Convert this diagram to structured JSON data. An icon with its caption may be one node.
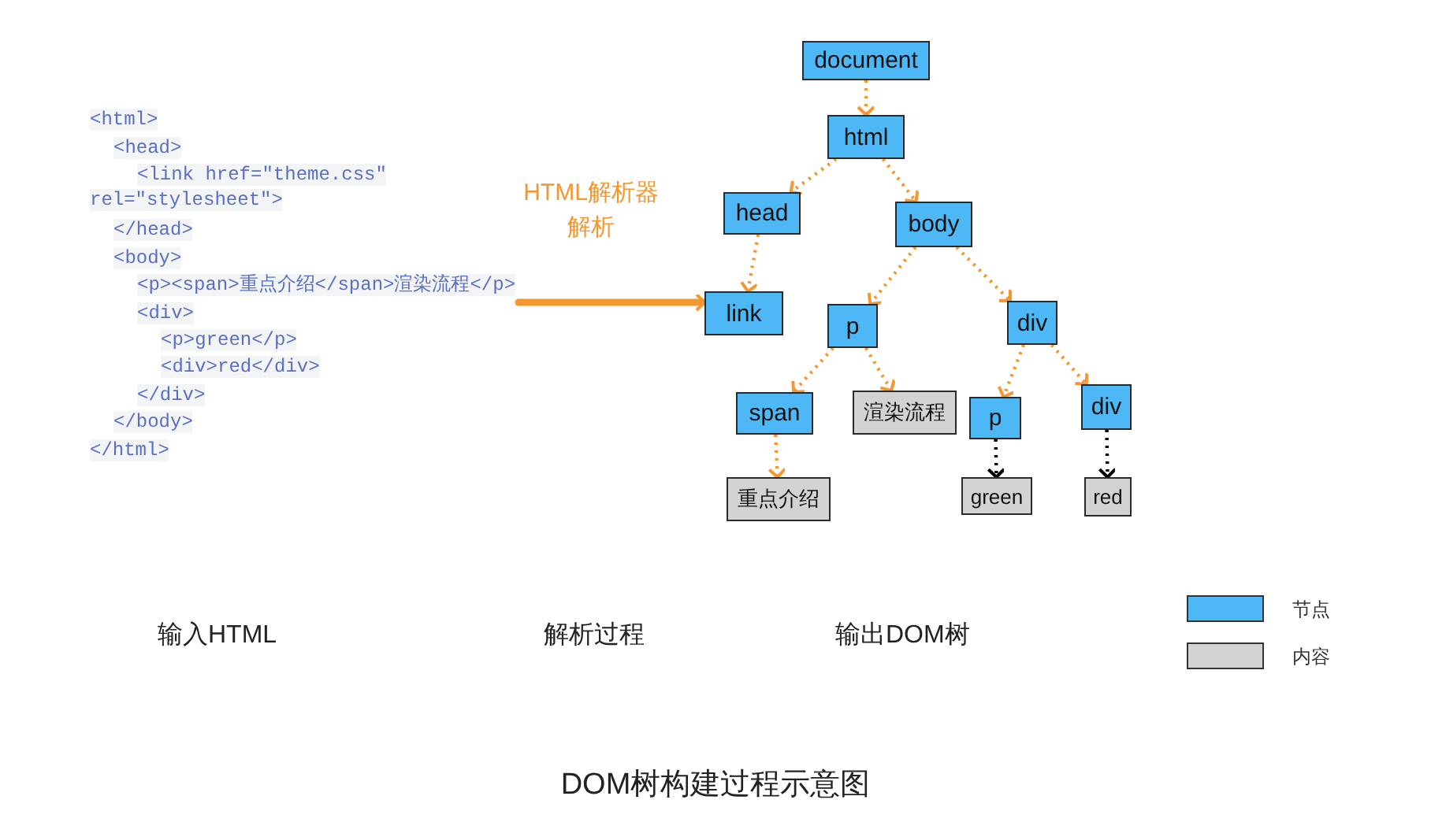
{
  "diagram": {
    "caption": "DOM树构建过程示意图",
    "nodes": [
      {
        "text": [
          "<html>",
          "<head>",
          "<link href=\"theme.css\" rel=\"stylesheet\">",
          "</head>",
          "<body>",
          "<p><span>重点介绍</span>渲染流程</p>",
          "<div>",
          "<p>green</p>",
          "<div>red</div>",
          "</div>",
          "</body>",
          "</html>"
        ]
      },
      {
        "text": [
          "document"
        ]
      },
      {
        "text": [
          "html"
        ]
      },
      {
        "text": [
          "head"
        ]
      },
      {
        "text": [
          "body"
        ]
      },
      {
        "text": [
          "link"
        ]
      },
      {
        "text": [
          "p"
        ]
      },
      {
        "text": [
          "div"
        ]
      },
      {
        "text": [
          "span"
        ]
      },
      {
        "text": [
          "渲染流程"
        ]
      },
      {
        "text": [
          "p"
        ]
      },
      {
        "text": [
          "div"
        ]
      },
      {
        "text": [
          "重点介绍"
        ]
      },
      {
        "text": [
          "green"
        ]
      },
      {
        "text": [
          "red"
        ]
      }
    ],
    "edges": [
      {
        "from": 0,
        "to": 5,
        "arrow": "to",
        "label": "HTML解析器解析",
        "style": "thick"
      },
      {
        "from": 1,
        "to": 2,
        "arrow": "to",
        "style": "dashed"
      },
      {
        "from": 2,
        "to": 3,
        "arrow": "to",
        "style": "dashed"
      },
      {
        "from": 2,
        "to": 4,
        "arrow": "to",
        "style": "dashed"
      },
      {
        "from": 3,
        "to": 5,
        "arrow": "to",
        "style": "dashed"
      },
      {
        "from": 4,
        "to": 6,
        "arrow": "to",
        "style": "dashed"
      },
      {
        "from": 4,
        "to": 7,
        "arrow": "to",
        "style": "dashed"
      },
      {
        "from": 6,
        "to": 8,
        "arrow": "to",
        "style": "dashed"
      },
      {
        "from": 6,
        "to": 9,
        "arrow": "to",
        "style": "dashed"
      },
      {
        "from": 7,
        "to": 10,
        "arrow": "to",
        "style": "dashed"
      },
      {
        "from": 7,
        "to": 11,
        "arrow": "to",
        "style": "dashed"
      },
      {
        "from": 8,
        "to": 12,
        "arrow": "to",
        "style": "dashed"
      },
      {
        "from": 10,
        "to": 13,
        "arrow": "to",
        "style": "dashed",
        "color": "#000000"
      },
      {
        "from": 11,
        "to": 14,
        "arrow": "to",
        "style": "dashed",
        "color": "#000000"
      }
    ],
    "labels": [
      "输入HTML",
      "解析过程",
      "输出DOM树"
    ],
    "legend": [
      {
        "text": "节点",
        "color": "#4db8f5"
      },
      {
        "text": "内容",
        "color": "#d3d3d3"
      }
    ]
  }
}
